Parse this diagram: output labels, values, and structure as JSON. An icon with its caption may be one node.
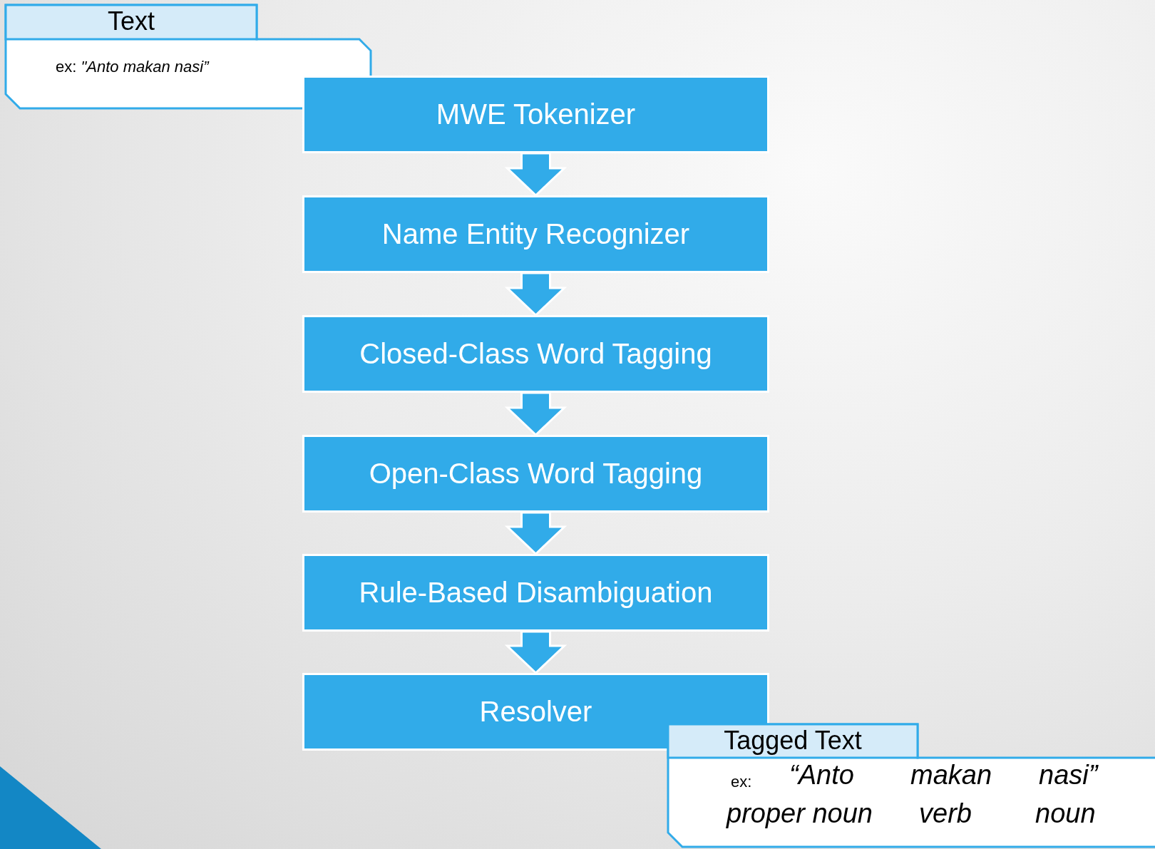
{
  "diagram": {
    "nodes": [
      {
        "text": [
          "Text",
          "ex: *\"Anto makan nasi”*"
        ]
      },
      {
        "text": [
          "MWE Tokenizer"
        ]
      },
      {
        "text": [
          "Name Entity Recognizer"
        ]
      },
      {
        "text": [
          "Closed-Class Word Tagging"
        ]
      },
      {
        "text": [
          "Open-Class Word Tagging"
        ]
      },
      {
        "text": [
          "Rule-Based Disambiguation"
        ]
      },
      {
        "text": [
          "Resolver"
        ]
      },
      {
        "text": [
          "Tagged Text",
          "ex:",
          "“Anto",
          "makan",
          "nasi”",
          "proper noun",
          "verb",
          "noun"
        ]
      }
    ],
    "edges": [
      {
        "from": 1,
        "to": 2,
        "arrow": "to"
      },
      {
        "from": 2,
        "to": 3,
        "arrow": "to"
      },
      {
        "from": 3,
        "to": 4,
        "arrow": "to"
      },
      {
        "from": 4,
        "to": 5,
        "arrow": "to"
      },
      {
        "from": 5,
        "to": 6,
        "arrow": "to"
      }
    ]
  }
}
